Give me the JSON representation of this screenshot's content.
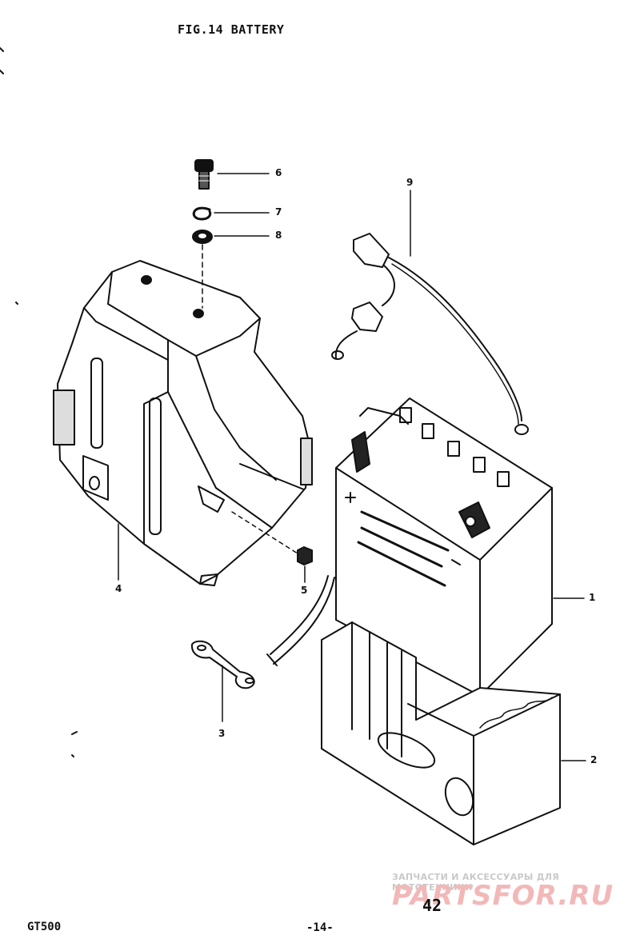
{
  "figure": {
    "title": "FIG.14 BATTERY",
    "model": "GT500",
    "page_number": "-14-",
    "code": "42"
  },
  "watermark": {
    "tagline": "ЗАПЧАСТИ И АКСЕССУАРЫ ДЛЯ МОТОТЕХНИКИ",
    "brand": "PARTSFOR.RU"
  },
  "parts": [
    {
      "number": "1",
      "name": "battery"
    },
    {
      "number": "2",
      "name": "battery-case"
    },
    {
      "number": "3",
      "name": "battery-strap"
    },
    {
      "number": "4",
      "name": "battery-cover"
    },
    {
      "number": "5",
      "name": "nut"
    },
    {
      "number": "6",
      "name": "bolt"
    },
    {
      "number": "7",
      "name": "lock-washer"
    },
    {
      "number": "8",
      "name": "washer"
    },
    {
      "number": "9",
      "name": "cable-lead"
    }
  ]
}
